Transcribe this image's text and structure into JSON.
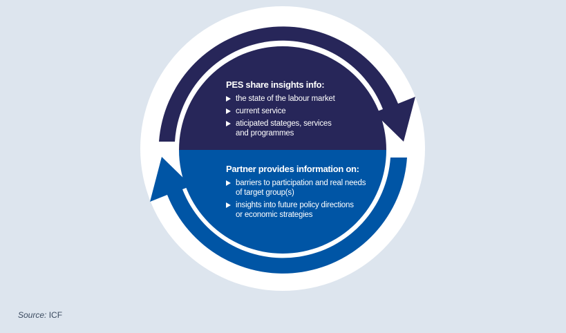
{
  "colors": {
    "background": "#dde5ee",
    "ring": "#ffffff",
    "navy": "#272659",
    "blue": "#0055a5",
    "text_light": "#ffffff"
  },
  "top_panel": {
    "title": "PES share insights info:",
    "bullets": [
      "the state of the labour market",
      "current service",
      "aticipated stateges, services\nand programmes"
    ]
  },
  "bottom_panel": {
    "title": "Partner provides information on:",
    "bullets": [
      "barriers to participation and real needs\nof target group(s)",
      "insights into future policy directions\nor economic strategies"
    ]
  },
  "source": {
    "label": "Source:",
    "value": "ICF"
  }
}
